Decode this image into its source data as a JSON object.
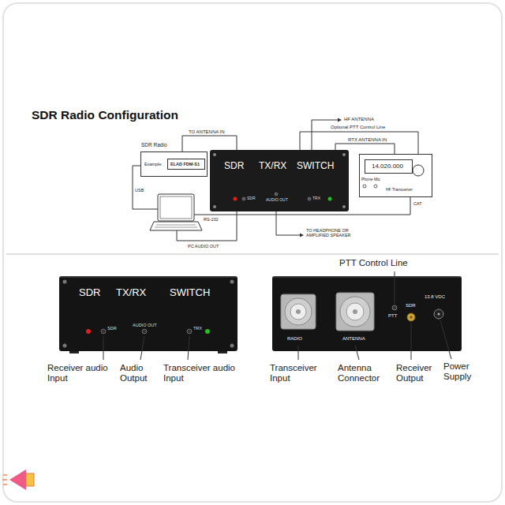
{
  "diagram": {
    "title": "SDR Radio Configuration",
    "nodes": [
      {
        "text": [
          "SDR Radio",
          "Example:"
        ]
      },
      {
        "text": [
          "ELAD FDM-S1"
        ],
        "in": 0
      },
      {
        "text": [
          "SDR",
          "TX/RX",
          "SWITCH",
          "SDR",
          "AUDIO OUT",
          "TRX"
        ]
      },
      {
        "text": [
          "Phone",
          "Mic",
          "HF Transceiver"
        ]
      },
      {
        "text": [
          "14.020.000"
        ],
        "in": 3
      },
      {
        "text": [
          "SDR",
          "TX/RX",
          "SWITCH",
          "SDR",
          "AUDIO OUT",
          "TRX"
        ]
      },
      {
        "text": [
          "RADIO",
          "ANTENNA",
          "PTT",
          "SDR",
          "13.8 VDC"
        ]
      }
    ],
    "edges": [
      {
        "from": 2,
        "to": 0,
        "arrow": "none",
        "label": "TO ANTENNA IN"
      },
      {
        "from": 2,
        "to": 3,
        "arrow": "none",
        "label": "RTX ANTENNA IN"
      },
      {
        "from": 3,
        "to": 2,
        "arrow": "none",
        "label": "Optional PTT Control Line"
      }
    ],
    "labels": [
      "HF ANTENNA",
      "USB",
      "RS-232",
      "CAT",
      "PC AUDIO OUT",
      "TO HEADPHONE OR AMPLIFIED SPEAKER",
      "Receiver audio Input",
      "Audio Output",
      "Transceiver audio Input",
      "PTT Control Line",
      "Transceiver Input",
      "Antenna Connector",
      "Receiver Output",
      "Power Supply"
    ]
  }
}
